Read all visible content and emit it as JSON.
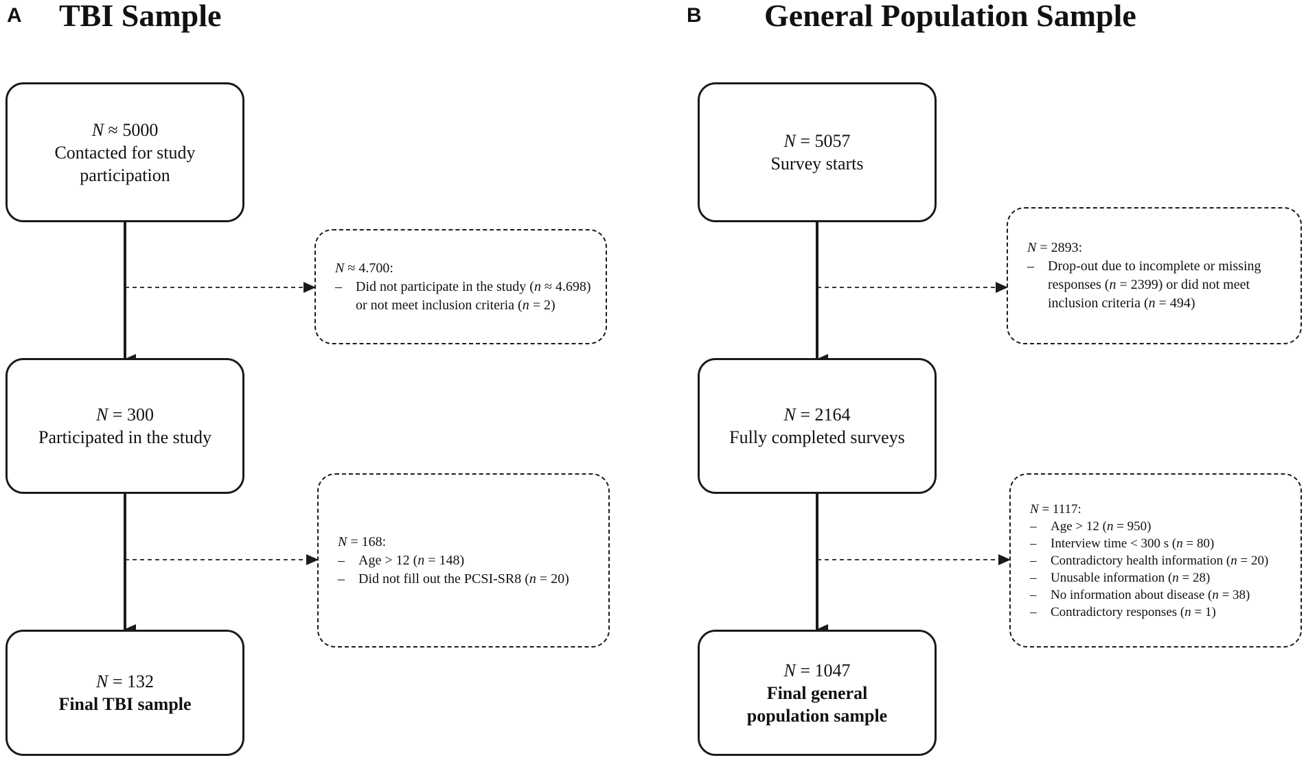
{
  "panels": [
    {
      "letter": "A",
      "title": "TBI Sample",
      "boxes": [
        {
          "n_symbol": "N",
          "n_op": "≈",
          "n_value": "5000",
          "lines": [
            "Contacted for study",
            "participation"
          ]
        },
        {
          "n_symbol": "N",
          "n_op": "=",
          "n_value": "300",
          "lines": [
            "Participated in the study"
          ]
        },
        {
          "n_symbol": "N",
          "n_op": "=",
          "n_value": "132",
          "bold_lines": [
            "Final TBI sample"
          ]
        }
      ],
      "exclusions": [
        {
          "head_symbol": "N",
          "head_op": "≈",
          "head_value": "4.700:",
          "items": [
            {
              "text": "Did not participate in the study (",
              "italic": "n",
              "rest": " ≈ 4.698) or not meet inclusion criteria (",
              "italic2": "n",
              "rest2": " = 2)"
            }
          ]
        },
        {
          "head_symbol": "N",
          "head_op": "=",
          "head_value": "168:",
          "items": [
            {
              "text": "Age > 12 (",
              "italic": "n",
              "rest": " = 148)"
            },
            {
              "text": "Did not fill out the PCSI-SR8 (",
              "italic": "n",
              "rest": " = 20)"
            }
          ]
        }
      ]
    },
    {
      "letter": "B",
      "title": "General Population Sample",
      "boxes": [
        {
          "n_symbol": "N",
          "n_op": "=",
          "n_value": "5057",
          "lines": [
            "Survey starts"
          ]
        },
        {
          "n_symbol": "N",
          "n_op": "=",
          "n_value": "2164",
          "lines": [
            "Fully completed surveys"
          ]
        },
        {
          "n_symbol": "N",
          "n_op": "=",
          "n_value": "1047",
          "bold_lines": [
            "Final general",
            "population sample"
          ]
        }
      ],
      "exclusions": [
        {
          "head_symbol": "N",
          "head_op": "=",
          "head_value": "2893:",
          "items": [
            {
              "text": "Drop-out due to incomplete or missing responses (",
              "italic": "n",
              "rest": " = 2399) or did not meet inclusion criteria (",
              "italic2": "n",
              "rest2": " = 494)"
            }
          ]
        },
        {
          "head_symbol": "N",
          "head_op": "=",
          "head_value": "1117:",
          "items": [
            {
              "text": "Age > 12 (",
              "italic": "n",
              "rest": " = 950)"
            },
            {
              "text": "Interview time < 300 s (",
              "italic": "n",
              "rest": " = 80)"
            },
            {
              "text": "Contradictory health information (",
              "italic": "n",
              "rest": " = 20)"
            },
            {
              "text": "Unusable information (",
              "italic": "n",
              "rest": " = 28)"
            },
            {
              "text": "No information about disease (",
              "italic": "n",
              "rest": " = 38)"
            },
            {
              "text": "Contradictory responses (",
              "italic": "n",
              "rest": " = 1)"
            }
          ]
        }
      ]
    }
  ],
  "colors": {
    "line": "#1a1a1a",
    "background": "#ffffff"
  }
}
